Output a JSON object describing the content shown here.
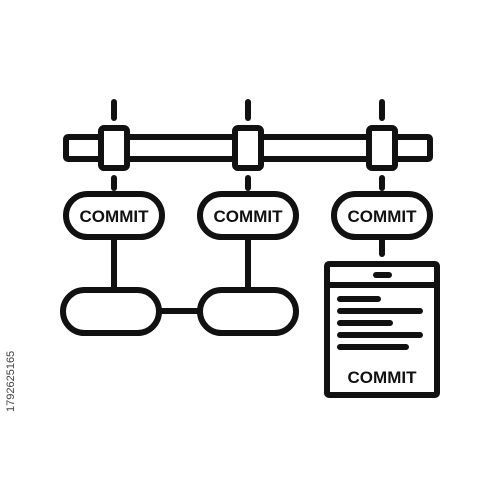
{
  "commit_nodes": [
    {
      "label": "COMMIT"
    },
    {
      "label": "COMMIT"
    },
    {
      "label": "COMMIT"
    }
  ],
  "document": {
    "label": "COMMIT"
  },
  "stock_id": "1792625165",
  "colors": {
    "stroke": "#111111",
    "background": "#ffffff"
  }
}
